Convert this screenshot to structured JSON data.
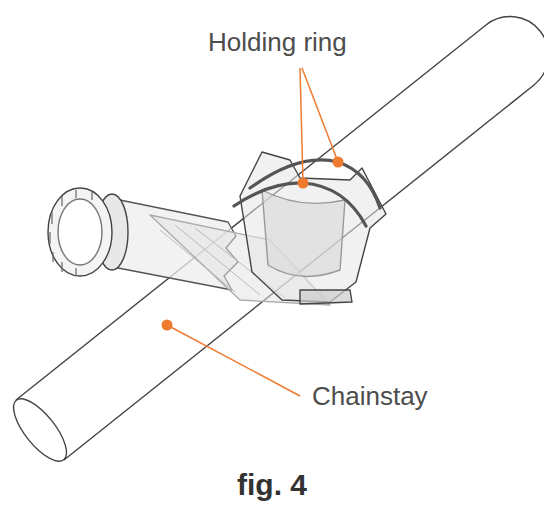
{
  "diagram": {
    "caption": "fig. 4",
    "labels": [
      "Holding ring",
      "Chainstay"
    ]
  }
}
